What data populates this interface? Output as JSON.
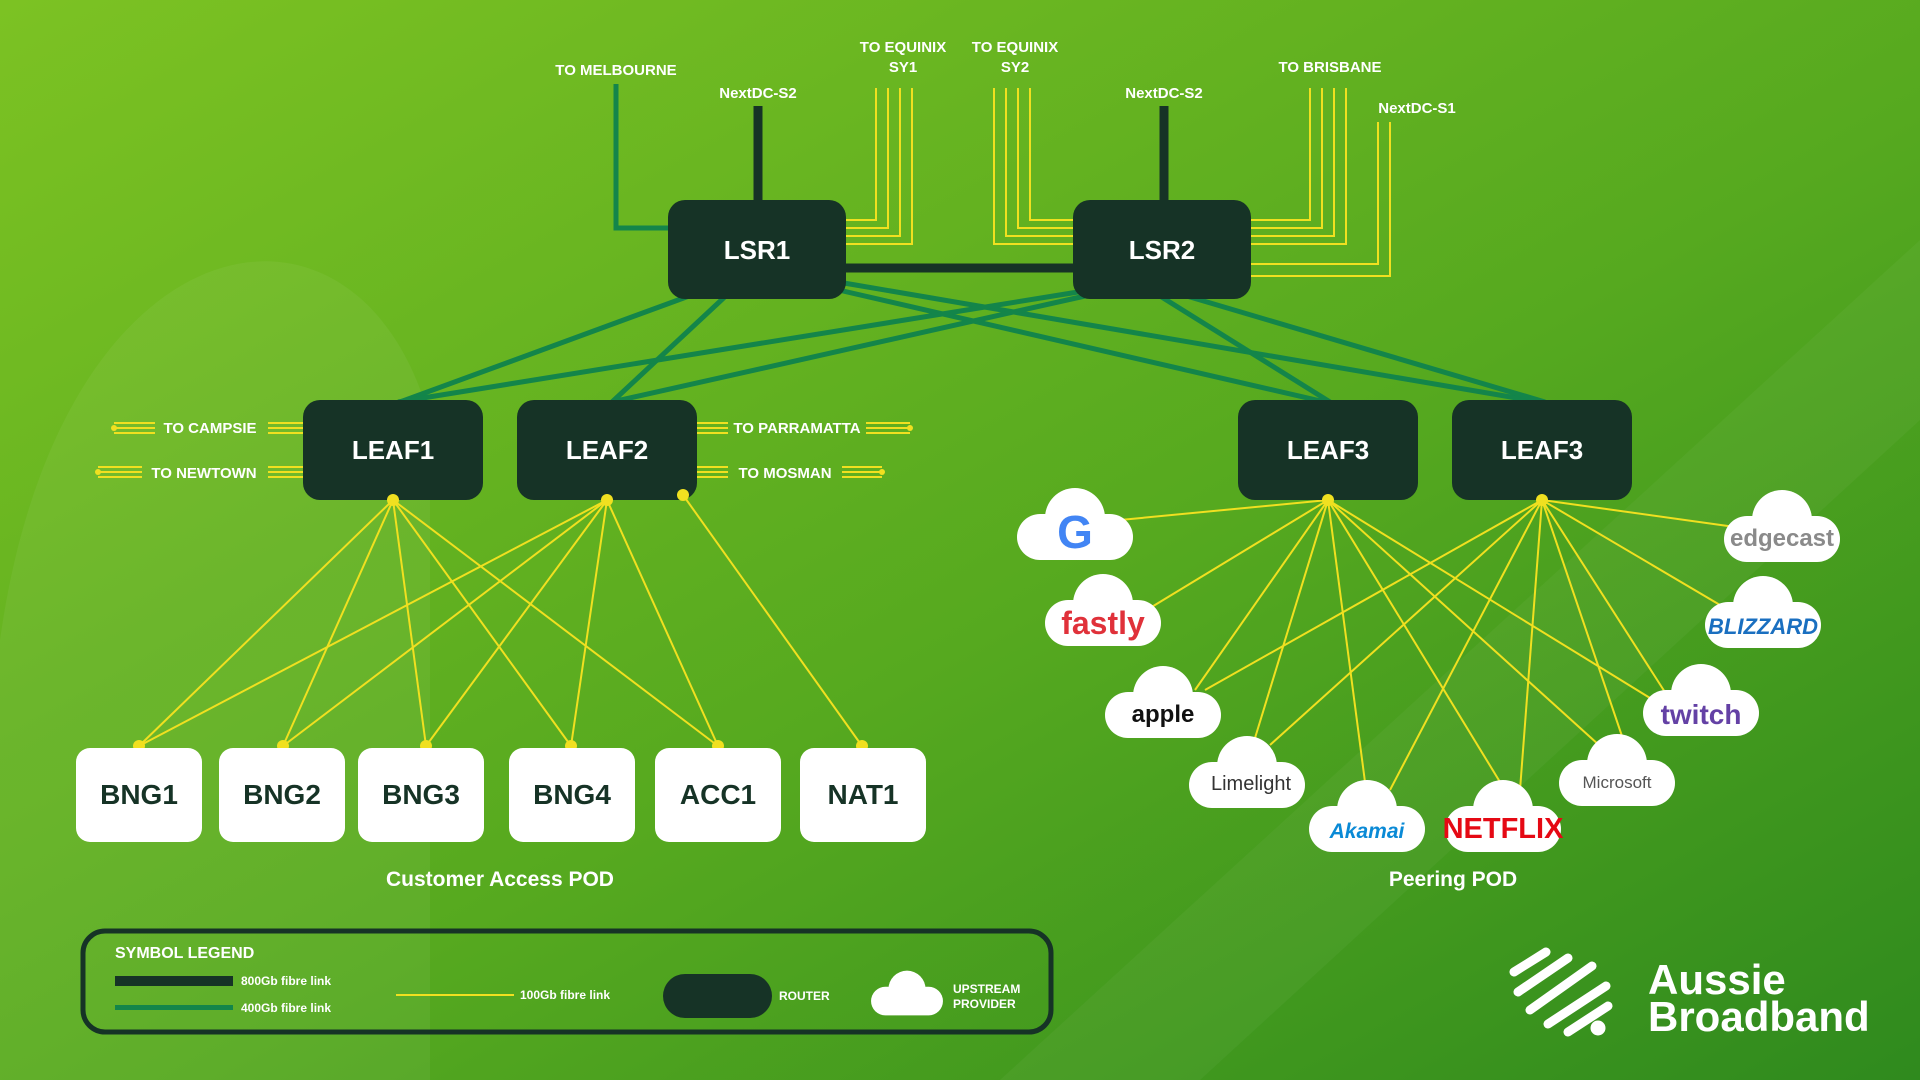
{
  "colors": {
    "bg_light": "#7cc223",
    "bg_dark": "#2f8a1e",
    "router": "#163326",
    "link_800": "#163326",
    "link_400": "#13854a",
    "link_100": "#f0e020",
    "white": "#ffffff"
  },
  "core": {
    "lsr1": "LSR1",
    "lsr2": "LSR2"
  },
  "upstream_labels": {
    "to_melbourne": "TO MELBOURNE",
    "nextdc_s2_left": "NextDC-S2",
    "to_equinix_sy1": [
      "TO EQUINIX",
      "SY1"
    ],
    "to_equinix_sy2": [
      "TO EQUINIX",
      "SY2"
    ],
    "nextdc_s2_right": "NextDC-S2",
    "to_brisbane": "TO BRISBANE",
    "nextdc_s1": "NextDC-S1"
  },
  "leaves": {
    "leaf1": "LEAF1",
    "leaf2": "LEAF2",
    "leaf3a": "LEAF3",
    "leaf3b": "LEAF3"
  },
  "remote_sites": {
    "to_campsie": "TO CAMPSIE",
    "to_newtown": "TO NEWTOWN",
    "to_parramatta": "TO PARRAMATTA",
    "to_mosman": "TO MOSMAN"
  },
  "access_nodes": [
    "BNG1",
    "BNG2",
    "BNG3",
    "BNG4",
    "ACC1",
    "NAT1"
  ],
  "pods": {
    "customer_access": "Customer Access POD",
    "peering": "Peering POD"
  },
  "providers": [
    {
      "name": "G",
      "icon": "google-logo"
    },
    {
      "name": "fastly",
      "icon": "fastly-logo"
    },
    {
      "name": "apple",
      "icon": "apple-logo"
    },
    {
      "name": "Limelight",
      "icon": "limelight-logo"
    },
    {
      "name": "Akamai",
      "icon": "akamai-logo"
    },
    {
      "name": "NETFLIX",
      "icon": "netflix-logo"
    },
    {
      "name": "Microsoft",
      "icon": "microsoft-logo"
    },
    {
      "name": "twitch",
      "icon": "twitch-logo"
    },
    {
      "name": "BLIZZARD",
      "icon": "blizzard-logo"
    },
    {
      "name": "edgecast",
      "icon": "edgecast-logo"
    }
  ],
  "legend": {
    "title": "SYMBOL LEGEND",
    "link_800": "800Gb fibre link",
    "link_400": "400Gb fibre link",
    "link_100": "100Gb fibre link",
    "router": "ROUTER",
    "upstream": [
      "UPSTREAM",
      "PROVIDER"
    ]
  },
  "brand": {
    "line1": "Aussie",
    "line2": "Broadband",
    "icon": "aussie-broadband-logo-icon"
  }
}
